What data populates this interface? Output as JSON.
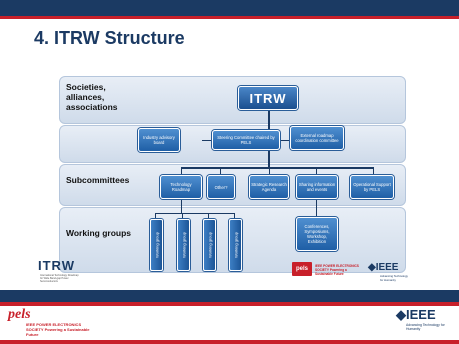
{
  "slide": {
    "title": "4. ITRW Structure"
  },
  "diagram": {
    "rows": {
      "societies": "Societies, alliances, associations",
      "subcommittees": "Subcommittees",
      "working_groups": "Working groups"
    },
    "nodes": {
      "itrw": "ITRW",
      "industry_board": "Industry advisory board",
      "steering": "Steering Committee chaired by PELS",
      "external": "External roadmap coordination committee",
      "tech_roadmap": "Technology Roadmap",
      "other": "Other?",
      "strategic": "Strategic Research Agenda",
      "sharing": "Sharing information and events",
      "operational": "Operational Support by PELS",
      "conferences": "Conferences, Symposiums, Workshop, Exhibition",
      "wg1": "Working group",
      "wg2": "Working group",
      "wg3": "Working group",
      "wg4": "Working group"
    }
  },
  "logos": {
    "itrw_logo": "ITRW",
    "itrw_tagline": "International Technology Roadmap for Wide Band-gap Power Semiconductors",
    "pels_small": "pels",
    "pels_small_text": "IEEE POWER ELECTRONICS SOCIETY Powering a Sustainable Future",
    "ieee_small": "◆IEEE",
    "ieee_small_sub": "Advancing Technology for Humanity",
    "pels_footer": "pels",
    "pels_footer_text": "IEEE POWER ELECTRONICS SOCIETY Powering a Sustainable Future",
    "ieee_footer": "◆IEEE",
    "ieee_footer_sub": "Advancing Technology for Humanity"
  },
  "colors": {
    "navy": "#1b3a63",
    "red": "#c8202a",
    "box_blue": "#2a6ab5",
    "row_bg": "#dbe4f0"
  }
}
